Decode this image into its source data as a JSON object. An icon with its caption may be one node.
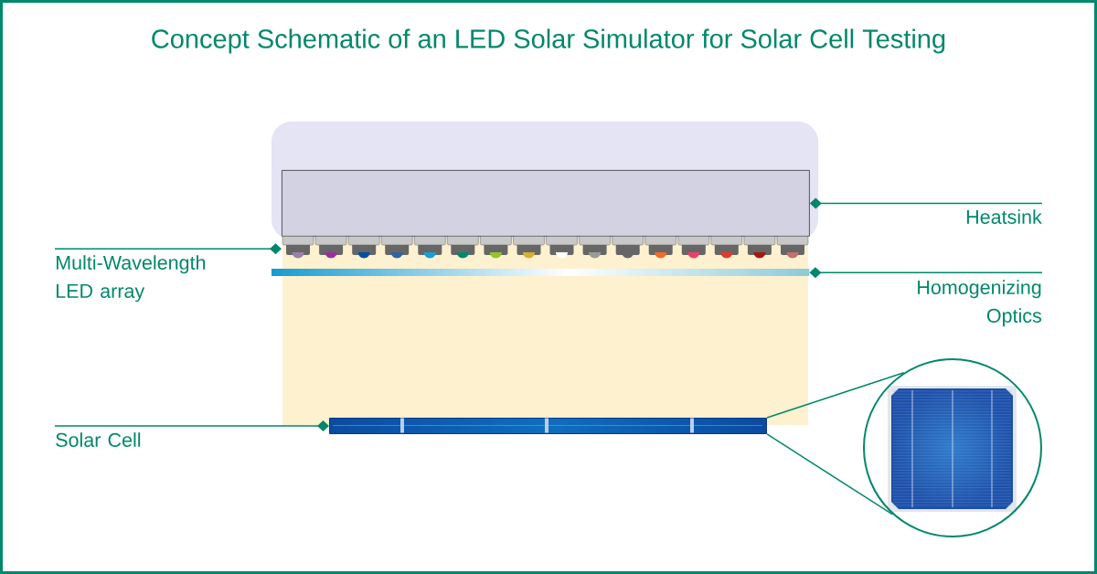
{
  "diagram": {
    "title": "Concept Schematic of an LED Solar Simulator for Solar Cell Testing",
    "nodes": [
      {
        "text": [],
        "shape": "box"
      },
      {
        "text": [],
        "shape": "picture"
      },
      {
        "text": [],
        "shape": "bar"
      },
      {
        "text": [],
        "shape": "bar"
      },
      {
        "text": [],
        "shape": "circle"
      },
      {
        "text": [
          "Heatsink"
        ]
      },
      {
        "text": [
          "Multi-Wavelength LED array"
        ]
      },
      {
        "text": [
          "Homogenizing Optics"
        ]
      },
      {
        "text": [
          "Solar Cell"
        ]
      }
    ],
    "edges": [
      {
        "from": 5,
        "to": 0,
        "arrow": "other"
      },
      {
        "from": 6,
        "to": 1,
        "arrow": "other"
      },
      {
        "from": 7,
        "to": 2,
        "arrow": "other"
      },
      {
        "from": 8,
        "to": 3,
        "arrow": "other"
      },
      {
        "from": 3,
        "to": 4,
        "arrow": "none"
      },
      {
        "from": 3,
        "to": 4,
        "arrow": "none"
      }
    ]
  }
}
